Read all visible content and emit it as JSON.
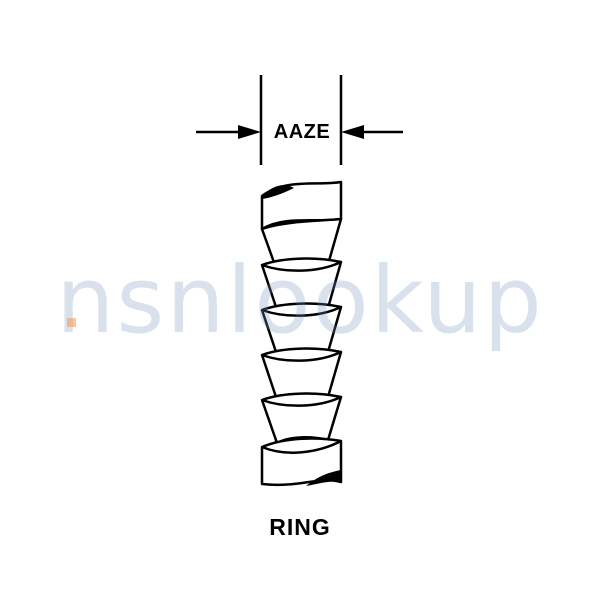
{
  "dimension": {
    "label": "AAZE"
  },
  "part": {
    "name": "RING"
  },
  "watermark": {
    "text": "nsnlookup"
  },
  "colors": {
    "ink": "#000000",
    "watermark": "#7896b9",
    "watermark_dot": "#f59650"
  }
}
